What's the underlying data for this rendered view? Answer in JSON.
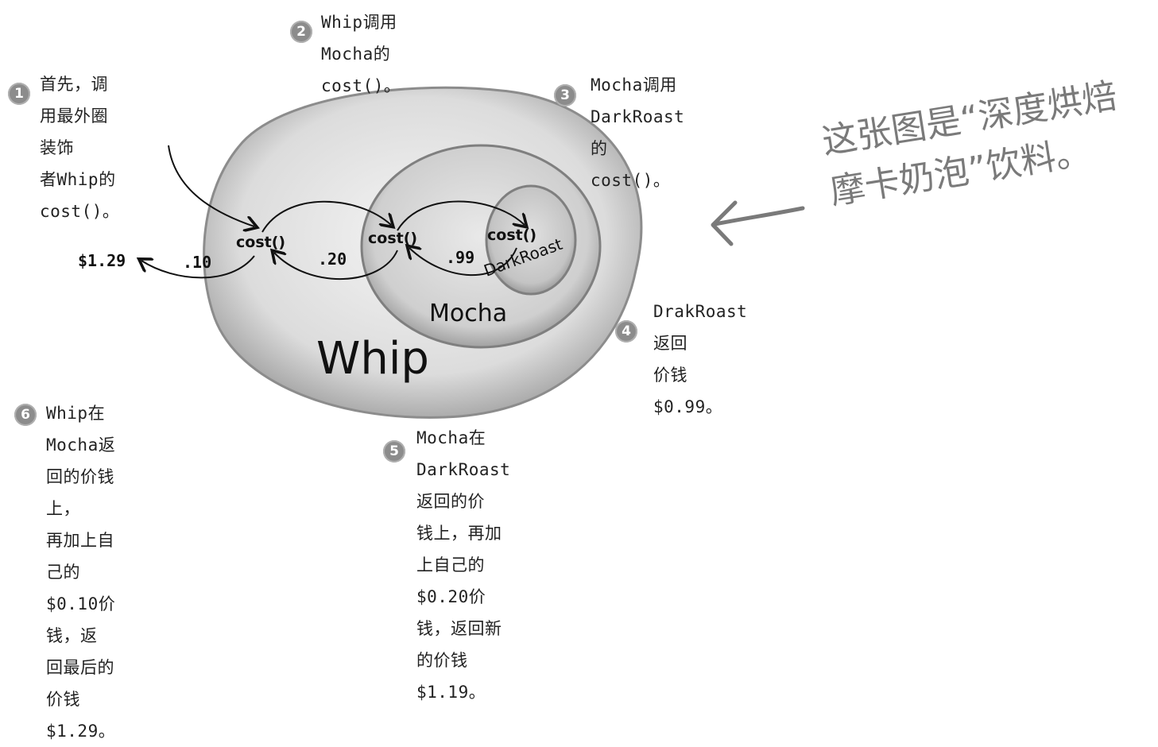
{
  "layers": {
    "outer_label": "Whip",
    "middle_label": "Mocha",
    "inner_label": "DarkRoast"
  },
  "calls": {
    "outer_cost": "cost()",
    "middle_cost": "cost()",
    "inner_cost": "cost()"
  },
  "returns": {
    "inner_value": ".99",
    "middle_value": ".20",
    "outer_value": ".10",
    "final_value": "$1.29"
  },
  "steps": [
    {
      "number": "1",
      "text": "首先，调用最外圈装饰\n者Whip的cost()。"
    },
    {
      "number": "2",
      "text": "Whip调用Mocha的cost()。"
    },
    {
      "number": "3",
      "text": "Mocha调用DarkRoast的\ncost()。"
    },
    {
      "number": "4",
      "text": "DrakRoast返回\n价钱$0.99。"
    },
    {
      "number": "5",
      "text": "Mocha在DarkRoast返回的价\n钱上，再加上自己的$0.20价\n钱，返回新的价钱$1.19。"
    },
    {
      "number": "6",
      "text": "Whip在Mocha返回的价钱上，\n再加上自己的$0.10价钱，返\n回最后的价钱$1.29。"
    }
  ],
  "handwritten_note": "这张图是“深度烘焙\n摩卡奶泡”饮料。",
  "colors": {
    "outer_fill": "#e4e4e4",
    "middle_fill": "#d8d8d8",
    "inner_fill": "#cdcdcd",
    "badge": "#8c8c8c"
  }
}
